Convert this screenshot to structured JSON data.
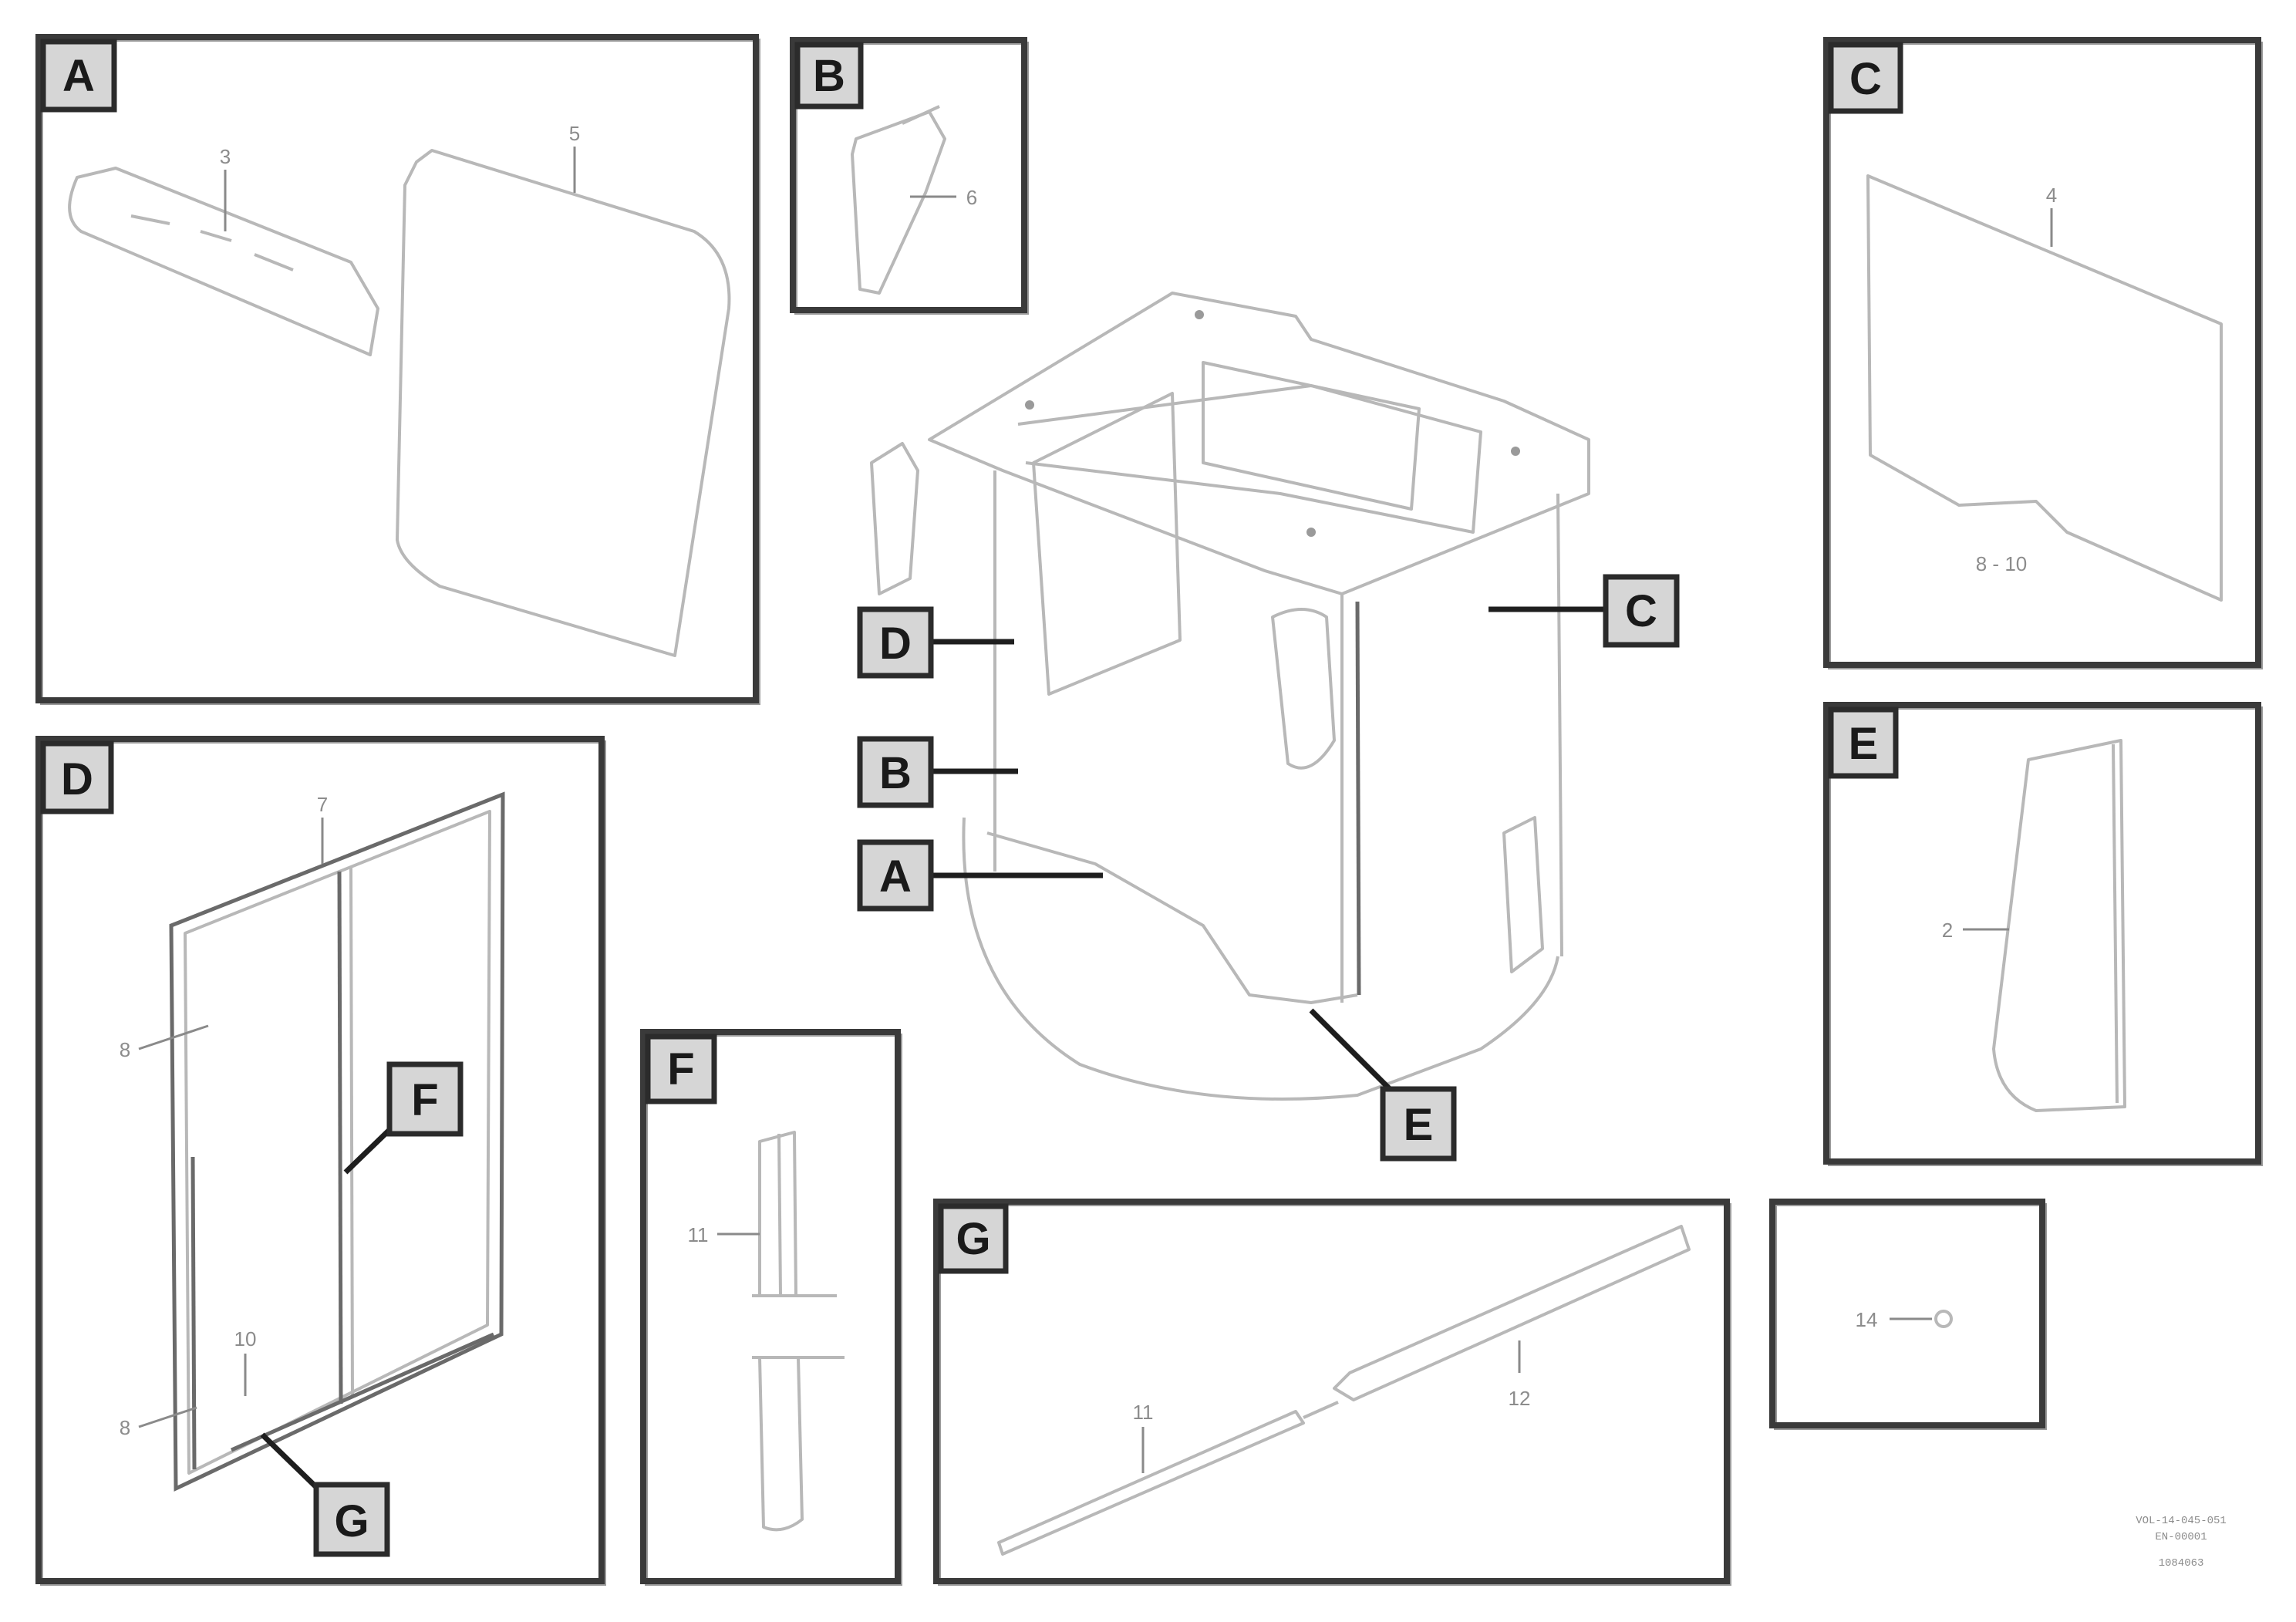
{
  "figure": {
    "panels": [
      {
        "id": "A",
        "label": "A",
        "callouts": [
          "3",
          "5"
        ]
      },
      {
        "id": "B",
        "label": "B",
        "callouts": [
          "6"
        ]
      },
      {
        "id": "C",
        "label": "C",
        "callouts": [
          "4",
          "8 - 10"
        ]
      },
      {
        "id": "D",
        "label": "D",
        "callouts": [
          "7",
          "8",
          "8",
          "10"
        ]
      },
      {
        "id": "E",
        "label": "E",
        "callouts": [
          "2"
        ]
      },
      {
        "id": "F",
        "label": "F",
        "callouts": [
          "11"
        ]
      },
      {
        "id": "G",
        "label": "G",
        "callouts": [
          "11",
          "12"
        ]
      },
      {
        "id": "H",
        "label": "",
        "callouts": [
          "14"
        ]
      }
    ],
    "cab_tags": [
      "D",
      "B",
      "A",
      "C",
      "E"
    ],
    "sub_tags": [
      "F",
      "G"
    ],
    "reference": [
      "VOL-14-045-051",
      "EN-00001",
      "1084063"
    ]
  }
}
